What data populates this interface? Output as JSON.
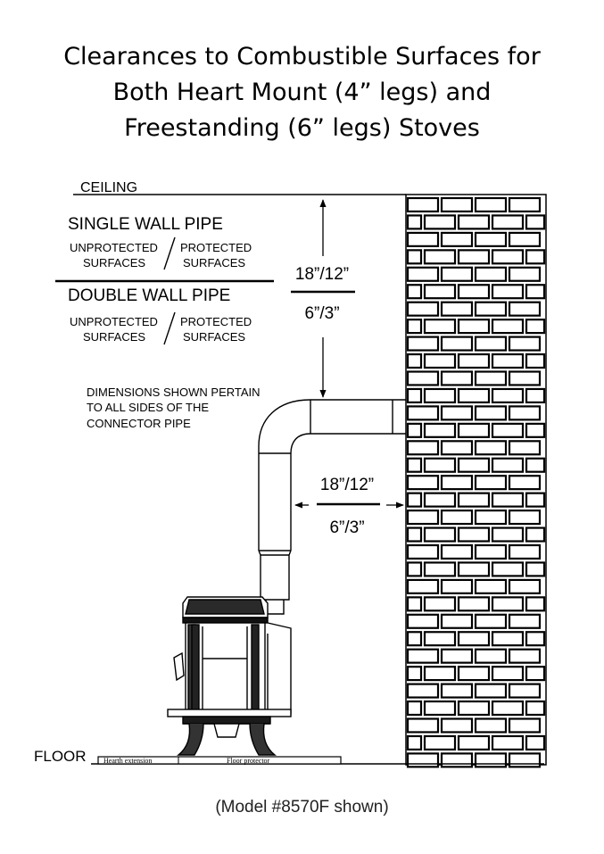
{
  "title": {
    "line1": "Clearances to Combustible Surfaces for",
    "line2": "Both Heart Mount (4” legs) and",
    "line3": "Freestanding (6” legs) Stoves"
  },
  "diagram": {
    "ceiling_label": "CEILING",
    "floor_label": "FLOOR",
    "single_wall": {
      "heading": "SINGLE WALL PIPE",
      "unprotected_1": "UNPROTECTED",
      "unprotected_2": "SURFACES",
      "protected_1": "PROTECTED",
      "protected_2": "SURFACES"
    },
    "double_wall": {
      "heading": "DOUBLE WALL PIPE",
      "unprotected_1": "UNPROTECTED",
      "unprotected_2": "SURFACES",
      "protected_1": "PROTECTED",
      "protected_2": "SURFACES"
    },
    "note": {
      "line1": "DIMENSIONS SHOWN PERTAIN",
      "line2": "TO ALL SIDES OF THE",
      "line3": "CONNECTOR PIPE"
    },
    "vertical_clearance": {
      "single": "18”/12”",
      "double": "6”/3”"
    },
    "horizontal_clearance": {
      "single": "18”/12”",
      "double": "6”/3”"
    },
    "hearth_label": "Hearth extension",
    "floor_protector_label": "Floor protector"
  },
  "caption": "(Model #8570F shown)"
}
